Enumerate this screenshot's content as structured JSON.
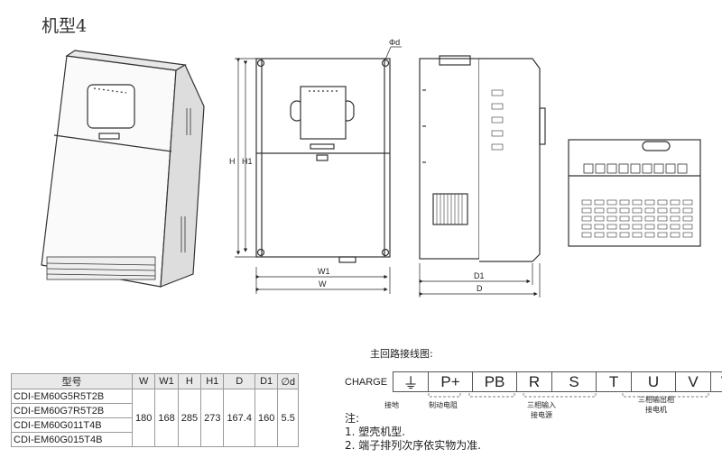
{
  "title": "机型4",
  "dims": {
    "w": "W",
    "w1": "W1",
    "h": "H",
    "h1": "H1",
    "d": "D",
    "d1": "D1",
    "phi_d": "Φd"
  },
  "wiring_title": "主回路接线图:",
  "table": {
    "headers": [
      "型号",
      "W",
      "W1",
      "H",
      "H1",
      "D",
      "D1",
      "∅d"
    ],
    "models": [
      "CDI-EM60G5R5T2B",
      "CDI-EM60G7R5T2B",
      "CDI-EM60G011T4B",
      "CDI-EM60G015T4B"
    ],
    "values": [
      "180",
      "168",
      "285",
      "273",
      "167.4",
      "160",
      "5.5"
    ]
  },
  "terminals": {
    "prefix": "CHARGE",
    "items": [
      "⏚",
      "P+",
      "PB",
      "R",
      "S",
      "T",
      "U",
      "V",
      "W"
    ],
    "group_labels": [
      "接地",
      "制动电阻",
      "三相输入\n接电源",
      "三相输出相\n接电机"
    ]
  },
  "notes": {
    "label": "注:",
    "items": [
      "1. 塑壳机型.",
      "2. 端子排列次序依实物为准."
    ]
  }
}
